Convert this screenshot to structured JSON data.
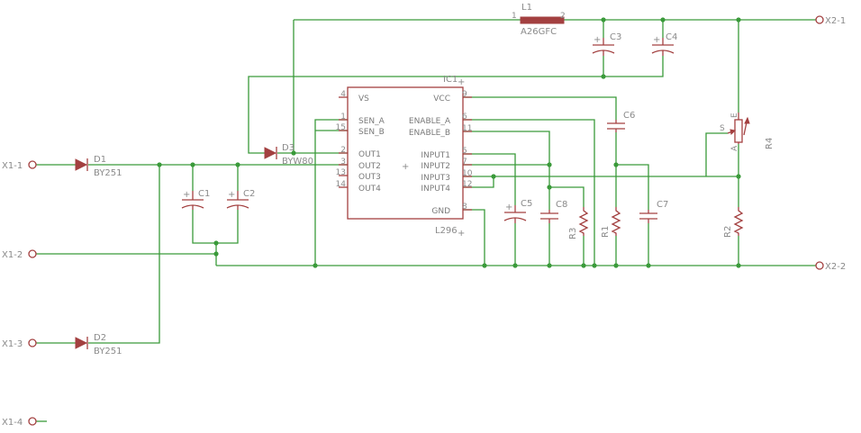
{
  "connectors": {
    "x1_1": "X1-1",
    "x1_2": "X1-2",
    "x1_3": "X1-3",
    "x1_4": "X1-4",
    "x2_1": "X2-1",
    "x2_2": "X2-2"
  },
  "ic": {
    "name": "IC1",
    "value": "L296",
    "left_pins": [
      {
        "num": "4",
        "label": "VS"
      },
      {
        "num": "1",
        "label": "SEN_A"
      },
      {
        "num": "15",
        "label": "SEN_B"
      },
      {
        "num": "2",
        "label": "OUT1"
      },
      {
        "num": "3",
        "label": "OUT2"
      },
      {
        "num": "13",
        "label": "OUT3"
      },
      {
        "num": "14",
        "label": "OUT4"
      }
    ],
    "right_pins": [
      {
        "num": "9",
        "label": "VCC"
      },
      {
        "num": "6",
        "label": "ENABLE_A"
      },
      {
        "num": "11",
        "label": "ENABLE_B"
      },
      {
        "num": "5",
        "label": "INPUT1"
      },
      {
        "num": "7",
        "label": "INPUT2"
      },
      {
        "num": "10",
        "label": "INPUT3"
      },
      {
        "num": "12",
        "label": "INPUT4"
      },
      {
        "num": "8",
        "label": "GND"
      }
    ]
  },
  "components": {
    "d1": {
      "name": "D1",
      "value": "BY251"
    },
    "d2": {
      "name": "D2",
      "value": "BY251"
    },
    "d3": {
      "name": "D3",
      "value": "BYW80"
    },
    "l1": {
      "name": "L1",
      "value": "A26GFC",
      "pin1": "1",
      "pin2": "2"
    },
    "c1": "C1",
    "c2": "C2",
    "c3": "C3",
    "c4": "C4",
    "c5": "C5",
    "c6": "C6",
    "c7": "C7",
    "c8": "C8",
    "r1": "R1",
    "r2": "R2",
    "r3": "R3",
    "r4": "R4",
    "r4_pins": {
      "s": "S",
      "e": "E",
      "a": "A"
    }
  }
}
